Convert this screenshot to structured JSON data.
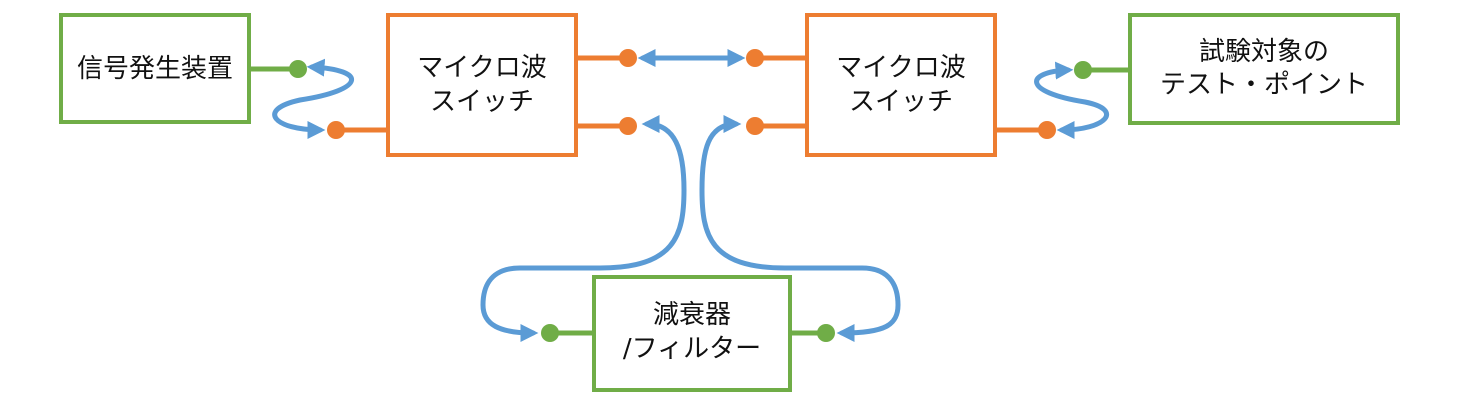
{
  "colors": {
    "device_border": "#70ad47",
    "switch_border": "#ed7d31",
    "cable": "#5b9bd5",
    "text": "#111111"
  },
  "blocks": {
    "signal_generator": {
      "lines": [
        "信号発生装置"
      ]
    },
    "switch_left": {
      "lines": [
        "マイクロ波",
        "スイッチ"
      ]
    },
    "switch_right": {
      "lines": [
        "マイクロ波",
        "スイッチ"
      ]
    },
    "test_point": {
      "lines": [
        "試験対象の",
        "テスト・ポイント"
      ]
    },
    "attenuator": {
      "lines": [
        "減衰器",
        "/フィルター"
      ]
    }
  }
}
